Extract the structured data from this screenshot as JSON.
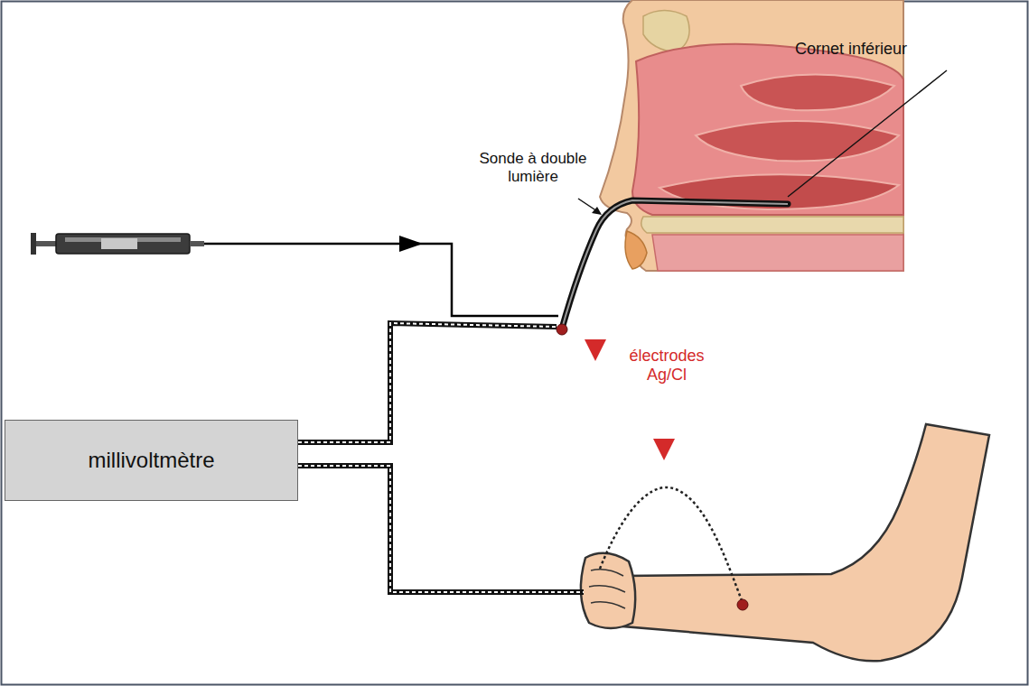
{
  "diagram": {
    "nodes": [
      {
        "text": [
          "millivoltmètre"
        ]
      }
    ],
    "labels": [
      "Sonde à double lumière",
      "Cornet inférieur",
      "électrodes Ag/Cl"
    ]
  }
}
